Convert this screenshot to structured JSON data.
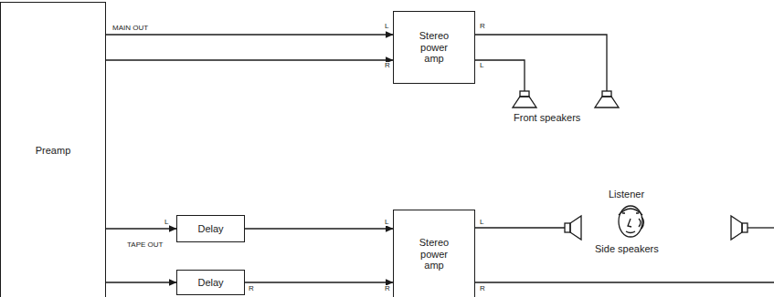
{
  "diagram": {
    "nodes": [
      {
        "text": [
          "Preamp"
        ]
      },
      {
        "text": [
          "Stereo power amp"
        ]
      },
      {
        "text": [
          "Delay"
        ]
      },
      {
        "text": [
          "Delay"
        ]
      },
      {
        "text": [
          "Stereo power amp"
        ]
      }
    ],
    "edges": [
      {
        "from": 0,
        "to": 1,
        "arrow": "to"
      },
      {
        "from": 0,
        "to": 1,
        "arrow": "to"
      },
      {
        "from": 0,
        "to": 2,
        "arrow": "to"
      },
      {
        "from": 0,
        "to": 3,
        "arrow": "to"
      },
      {
        "from": 2,
        "to": 4,
        "arrow": "to"
      },
      {
        "from": 3,
        "to": 4,
        "arrow": "to"
      }
    ],
    "labels": [
      "MAIN OUT",
      "L",
      "R",
      "R",
      "L",
      "Front speakers",
      "L",
      "TAPE OUT",
      "R",
      "L",
      "R",
      "L",
      "R",
      "Listener",
      "Side speakers"
    ]
  }
}
